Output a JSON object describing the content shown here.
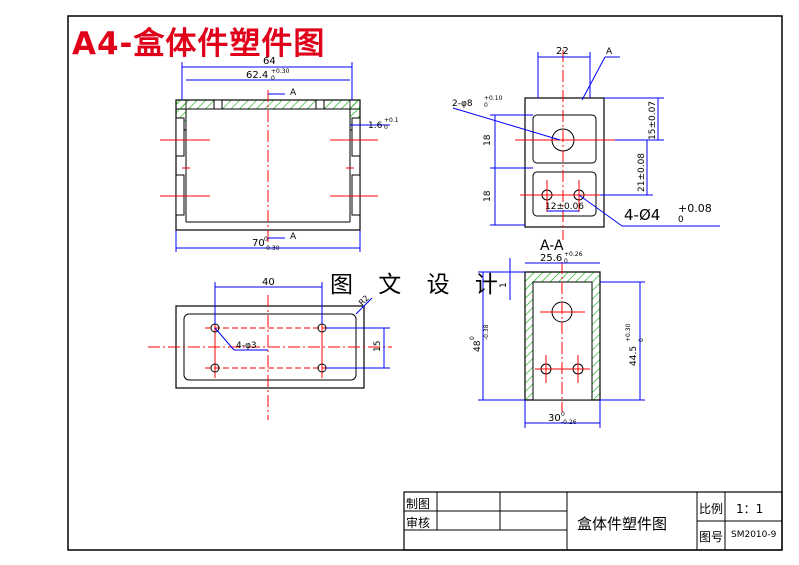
{
  "title": "A4-盒体件塑件图",
  "watermark": "图 文 设 计",
  "colors": {
    "outline": "#000000",
    "dimension": "#0000ff",
    "centerline": "#ff0000",
    "hatch": "#00aa00",
    "title": "#e0001a"
  },
  "front_view": {
    "dim_width": "64",
    "dim_inner": "62.4",
    "dim_inner_tol": "+0.30",
    "dim_inner_sub": "0",
    "dim_bottom": "70",
    "dim_bottom_tol": "0",
    "dim_bottom_sub": "-0.30",
    "dim_wall": "1.6",
    "dim_wall_tol": "+0.1",
    "dim_wall_sub": "0",
    "section_mark_top": "A",
    "section_mark_bottom": "A"
  },
  "side_view": {
    "dim_top": "22",
    "section_mark": "A",
    "hole_callout": "2-φ8",
    "hole_callout_tol": "+0.10",
    "hole_callout_sub": "0",
    "dim_18_upper": "18",
    "dim_18_lower": "18",
    "dim_15": "15±0.07",
    "dim_21": "21±0.08",
    "dim_12": "12±0.06",
    "hole4_callout": "4-Ø4",
    "hole4_tol": "+0.08",
    "hole4_sub": "0"
  },
  "top_view": {
    "dim_40": "40",
    "dim_15": "15",
    "hole_callout": "4-φ3",
    "dim_r": "R2"
  },
  "section_view": {
    "label": "A-A",
    "dim_top": "25.6",
    "dim_top_tol": "+0.26",
    "dim_top_sub": "0",
    "dim_1": "1",
    "dim_left": "48",
    "dim_left_tol": "0",
    "dim_left_sub": "-0.38",
    "dim_right": "44.5",
    "dim_right_tol": "+0.30",
    "dim_right_sub": "0",
    "dim_bottom": "30",
    "dim_bottom_tol": "0",
    "dim_bottom_sub": "-0.26"
  },
  "title_block": {
    "drawn_label": "制图",
    "review_label": "审核",
    "part_name": "盒体件塑件图",
    "scale_label": "比例",
    "scale_value": "1：1",
    "drawing_no_label": "图号",
    "drawing_no_value": "SM2010-9"
  }
}
